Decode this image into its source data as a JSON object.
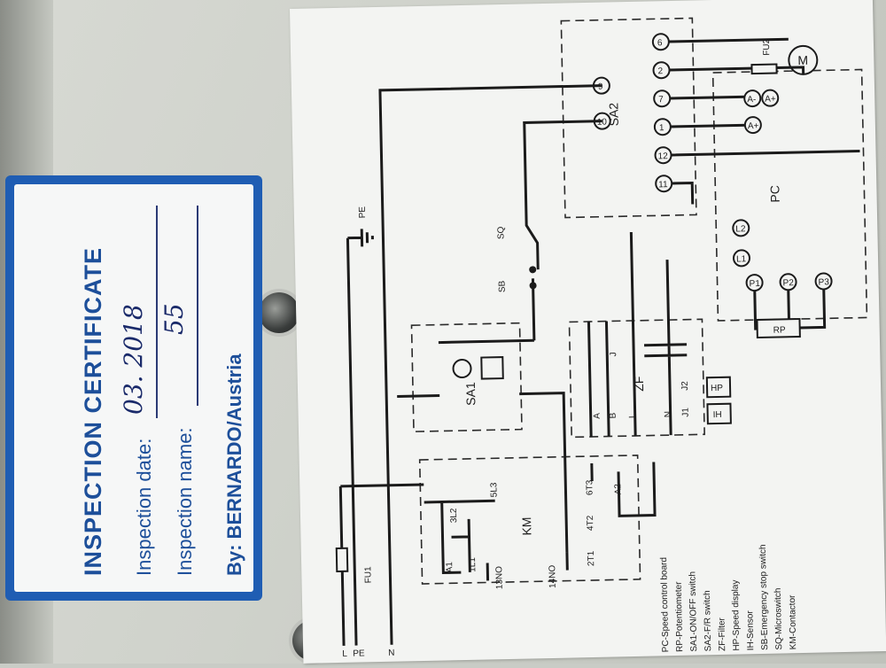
{
  "certificate": {
    "title": "INSPECTION CERTIFICATE",
    "date_label": "Inspection date:",
    "date_value": "03. 2018",
    "name_label": "Inspection name:",
    "name_value": "55",
    "by_line": "By: BERNARDO/Austria"
  },
  "diagram": {
    "terminals_sa2": [
      "9",
      "10",
      "6",
      "2",
      "7",
      "1",
      "12",
      "11"
    ],
    "section_labels": {
      "sa2": "SA2",
      "pc": "PC",
      "km": "KM",
      "zf": "ZF",
      "sa1": "SA1",
      "rp": "RP",
      "sq": "SQ",
      "sb": "SB",
      "pe": "PE"
    },
    "pc_terminals": [
      "L2",
      "L1",
      "P1",
      "P2",
      "P3"
    ],
    "motor": "M",
    "fuse_top": "FU2",
    "fuse_left": "FU1",
    "sensors": [
      "A-",
      "A+",
      "A+"
    ],
    "hp": "HP",
    "ih": "IH",
    "km_pins": [
      "A1",
      "1L1",
      "13NO",
      "14NO",
      "3L2",
      "5L3",
      "6T3",
      "A2",
      "4T2",
      "2T1"
    ],
    "zf_pins": [
      "A",
      "B",
      "L",
      "N",
      "J",
      "J1",
      "J2"
    ],
    "line_labels": [
      "L",
      "PE",
      "N"
    ]
  },
  "legend": [
    "PC-Speed control board",
    "RP-Potentiometer",
    "SA1-ON/OFF switch",
    "SA2-F/R switch",
    "ZF-Filter",
    "HP-Speed display",
    "IH-Sensor",
    "SB-Emergency stop switch",
    "SQ-Microswitch",
    "KM-Contactor"
  ]
}
